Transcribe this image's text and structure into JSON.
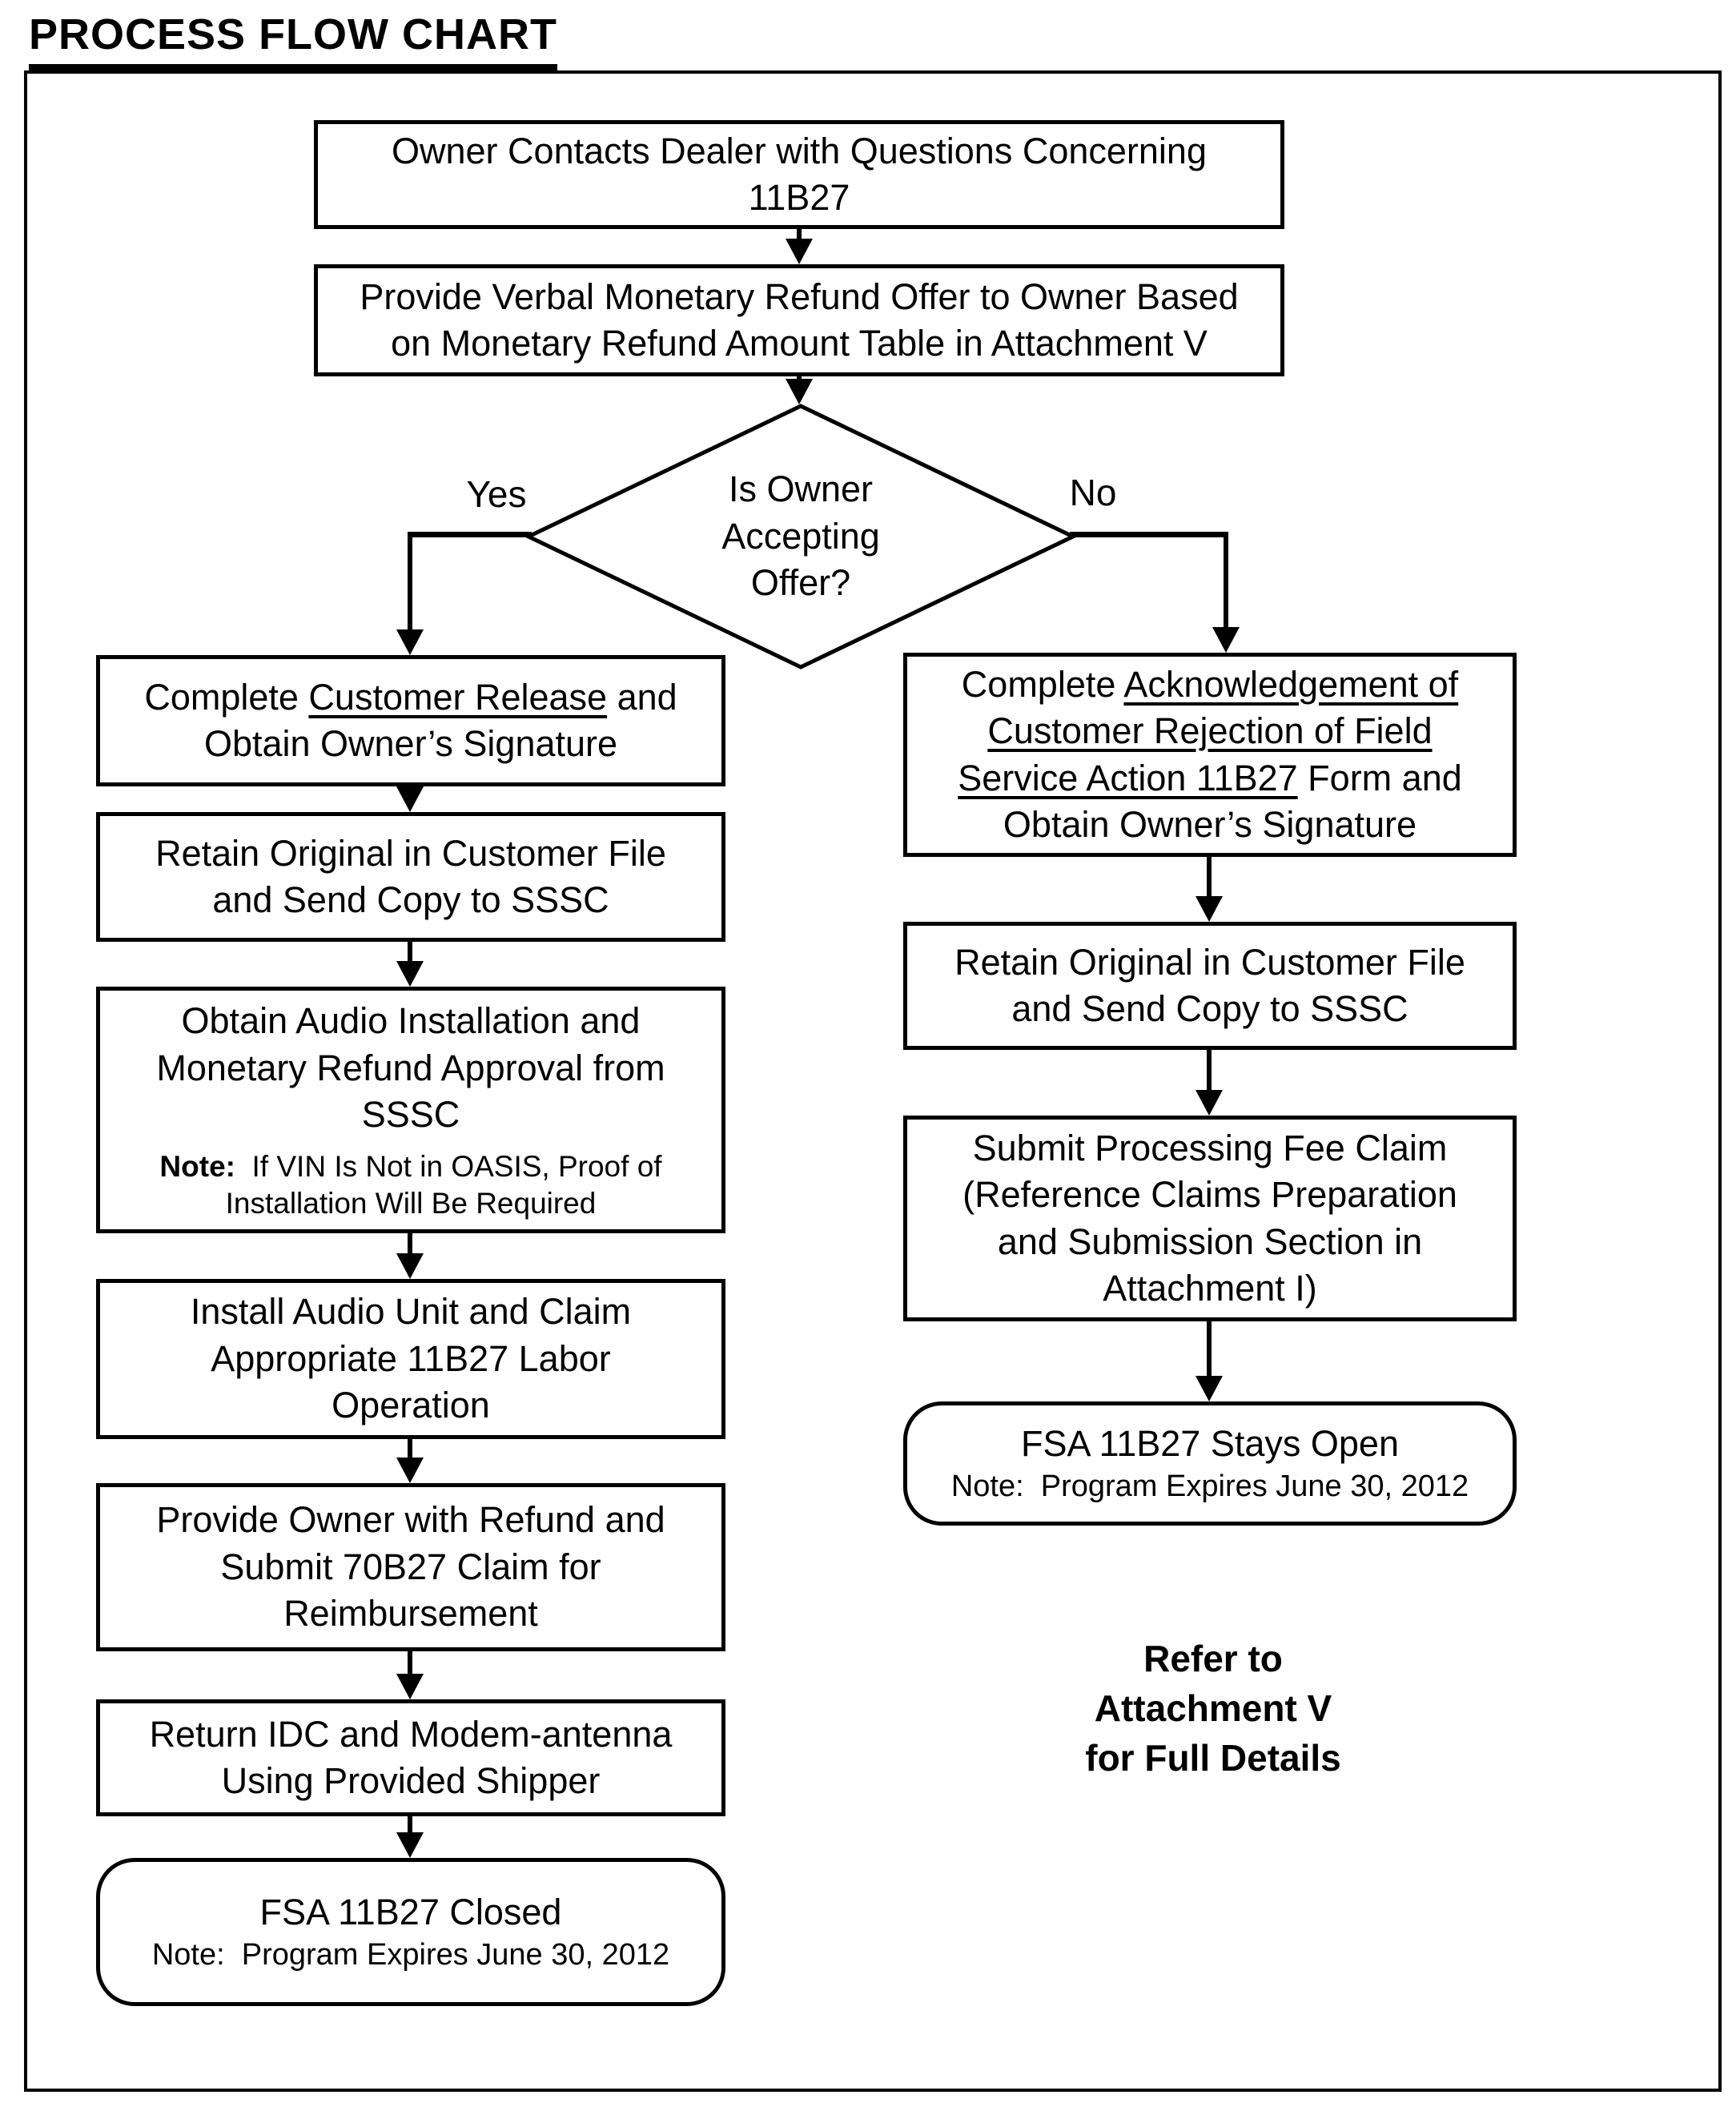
{
  "title": "PROCESS FLOW CHART",
  "flow": {
    "contact": {
      "text": "Owner Contacts Dealer with Questions Concerning\n11B27"
    },
    "offer": {
      "text": "Provide Verbal Monetary Refund Offer to Owner Based\non Monetary Refund Amount Table in Attachment V"
    },
    "decision": {
      "text": "Is Owner\nAccepting\nOffer?",
      "yes": "Yes",
      "no": "No"
    },
    "yes_branch": {
      "release": {
        "pre": "Complete ",
        "underline": "Customer Release",
        "post": " and\nObtain Owner’s Signature"
      },
      "retain": {
        "text": "Retain Original in Customer File\nand Send Copy to SSSC"
      },
      "approval": {
        "main": "Obtain Audio Installation and\nMonetary Refund Approval from\nSSSC",
        "note_label": "Note:",
        "note_text": "  If VIN Is Not in OASIS, Proof of\nInstallation Will Be Required"
      },
      "install": {
        "text": "Install Audio Unit and Claim\nAppropriate 11B27 Labor\nOperation"
      },
      "refund": {
        "text": "Provide Owner with Refund and\nSubmit 70B27 Claim for\nReimbursement"
      },
      "return_parts": {
        "text": "Return IDC and Modem-antenna\nUsing Provided Shipper"
      },
      "closed": {
        "title": "FSA 11B27 Closed",
        "note": "Note:  Program Expires June 30, 2012"
      }
    },
    "no_branch": {
      "ack": {
        "pre": "Complete ",
        "underline": "Acknowledgement of\nCustomer Rejection of Field\nService Action 11B27",
        "post": " Form and\nObtain Owner’s Signature"
      },
      "retain": {
        "text": "Retain Original in Customer File\nand Send Copy to SSSC"
      },
      "fee": {
        "text": "Submit Processing Fee Claim\n(Reference Claims Preparation\nand Submission Section in\nAttachment I)"
      },
      "open": {
        "title": "FSA 11B27 Stays Open",
        "note": "Note:  Program Expires June 30, 2012"
      }
    },
    "refer": "Refer to\nAttachment V\nfor Full Details"
  }
}
